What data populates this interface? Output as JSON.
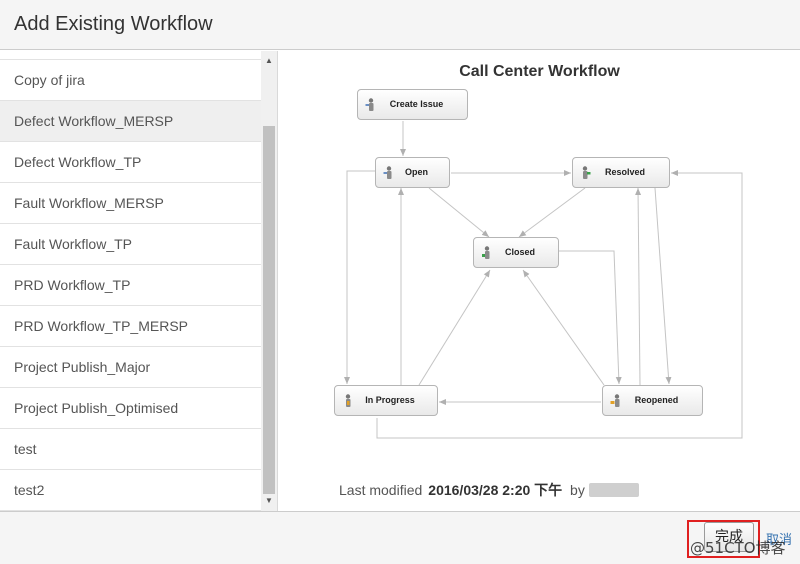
{
  "dialog": {
    "title": "Add Existing Workflow"
  },
  "workflows": [
    {
      "label": "Copy of jira",
      "selected": false
    },
    {
      "label": "Defect Workflow_MERSP",
      "selected": true
    },
    {
      "label": "Defect Workflow_TP",
      "selected": false
    },
    {
      "label": "Fault Workflow_MERSP",
      "selected": false
    },
    {
      "label": "Fault Workflow_TP",
      "selected": false
    },
    {
      "label": "PRD Workflow_TP",
      "selected": false
    },
    {
      "label": "PRD Workflow_TP_MERSP",
      "selected": false
    },
    {
      "label": "Project Publish_Major",
      "selected": false
    },
    {
      "label": "Project Publish_Optimised",
      "selected": false
    },
    {
      "label": "test",
      "selected": false
    },
    {
      "label": "test2",
      "selected": false
    }
  ],
  "diagram": {
    "title": "Call Center Workflow",
    "nodes": {
      "create_issue": "Create Issue",
      "open": "Open",
      "resolved": "Resolved",
      "closed": "Closed",
      "in_progress": "In Progress",
      "reopened": "Reopened"
    }
  },
  "last_modified": {
    "label": "Last modified",
    "date": "2016/03/28 2:20 下午",
    "by": "by"
  },
  "footer": {
    "done_label": "完成",
    "cancel_label": "取消",
    "watermark": "@51CTO博客"
  },
  "colors": {
    "highlight": "#e02020",
    "link": "#3572b0",
    "selected_row": "#efefef"
  }
}
